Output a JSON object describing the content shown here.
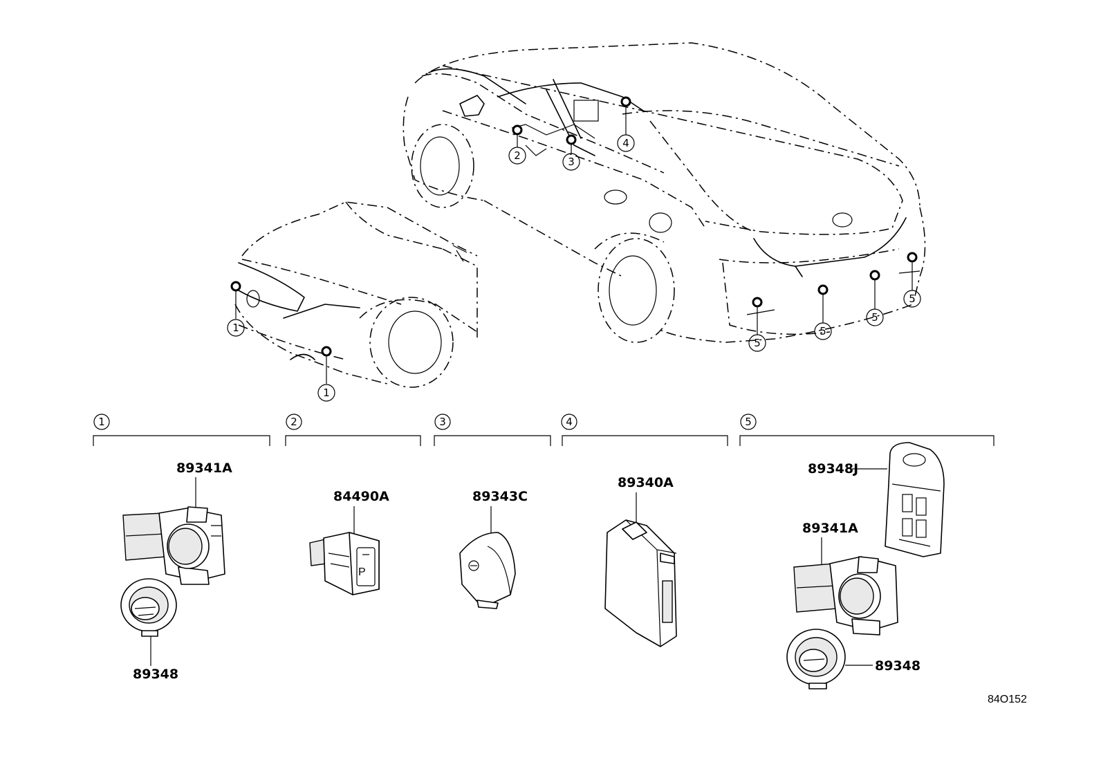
{
  "callouts": {
    "front_left": "1",
    "front_bottom": "1",
    "interior_switch": "2",
    "interior_buzzer": "3",
    "interior_ecu": "4",
    "rear_1": "5",
    "rear_2": "5",
    "rear_3": "5",
    "rear_4": "5"
  },
  "groups": [
    {
      "number": "1",
      "parts": [
        "89341A",
        "89348"
      ]
    },
    {
      "number": "2",
      "parts": [
        "84490A"
      ]
    },
    {
      "number": "3",
      "parts": [
        "89343C"
      ]
    },
    {
      "number": "4",
      "parts": [
        "89340A"
      ]
    },
    {
      "number": "5",
      "parts": [
        "89348J",
        "89341A",
        "89348"
      ]
    }
  ],
  "switch_face_text": "P",
  "reference": "84O152"
}
